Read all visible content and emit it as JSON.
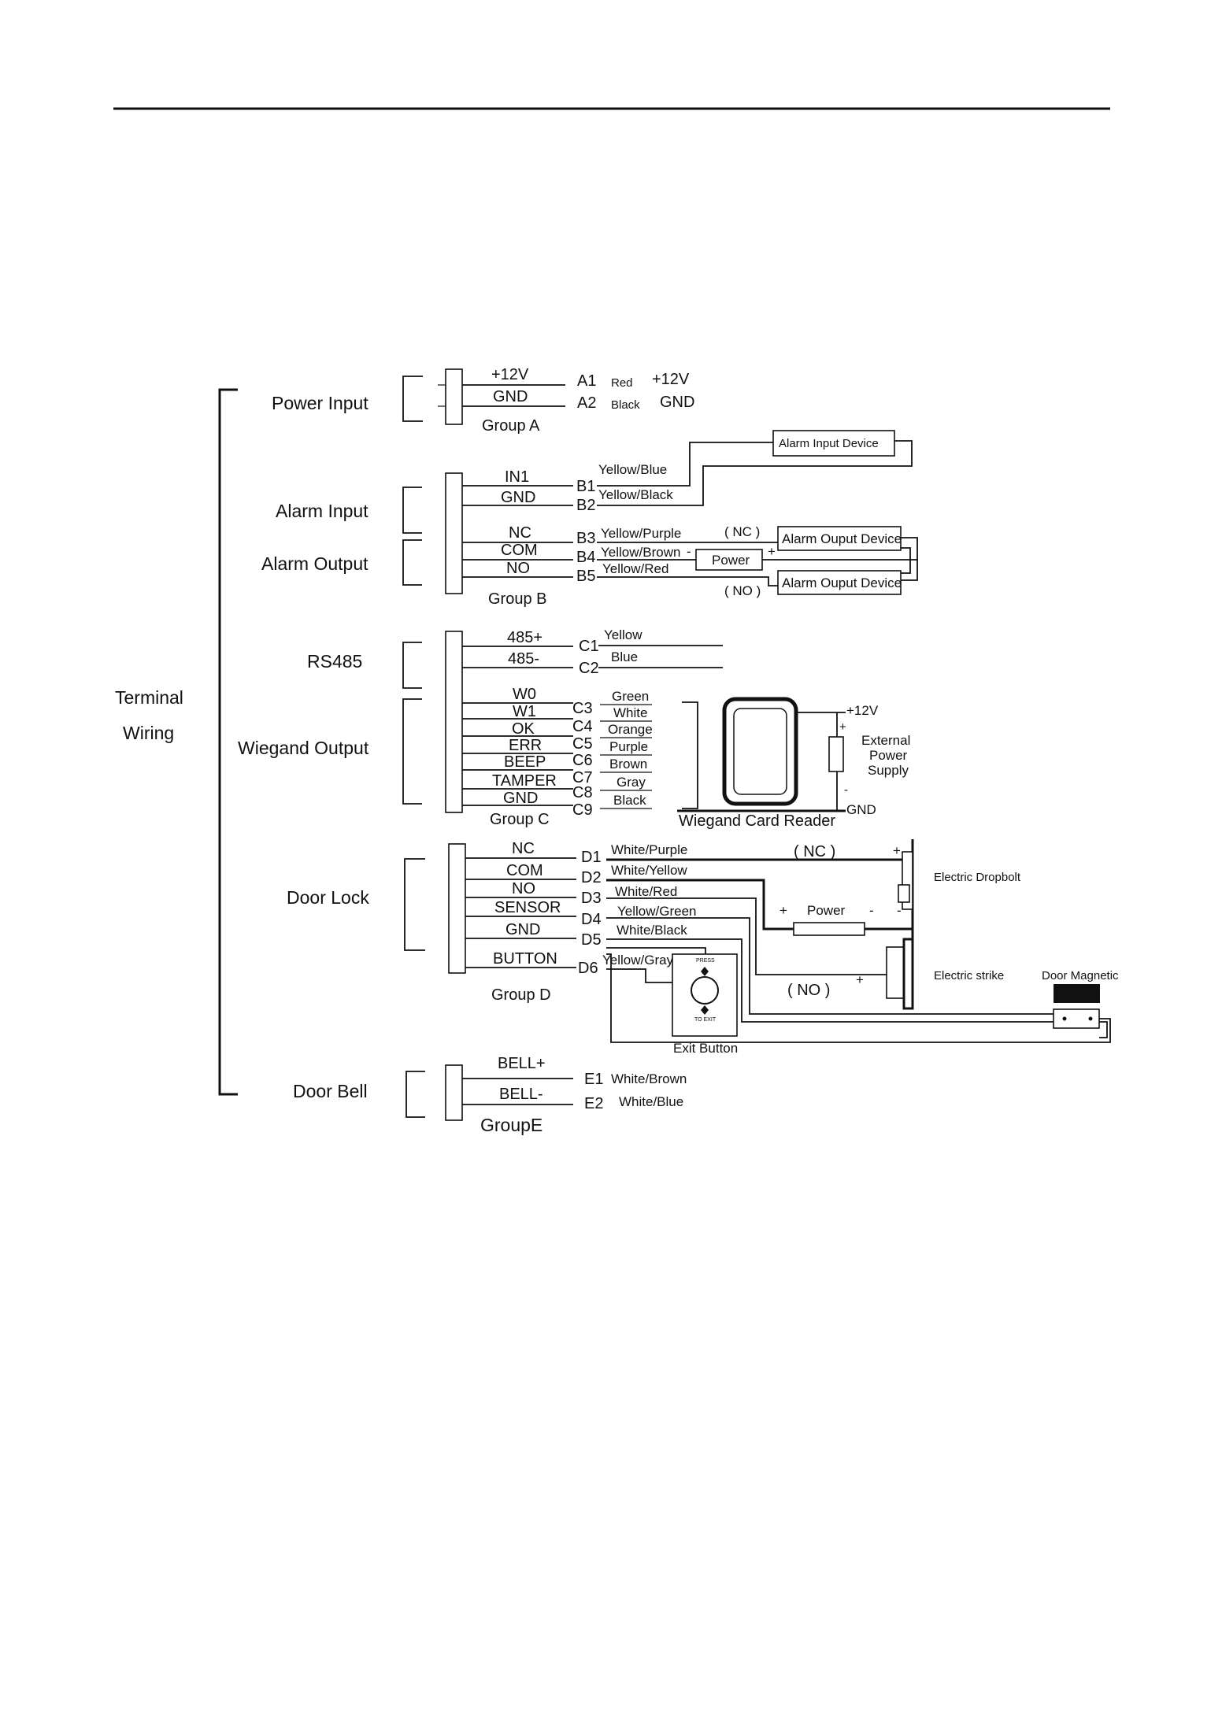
{
  "terminal": {
    "line1": "Terminal",
    "line2": "Wiring"
  },
  "groupA": {
    "section": "Power Input",
    "group": "Group A",
    "pins": [
      {
        "label": "+12V",
        "code": "A1",
        "wire": "Red",
        "dest": "+12V"
      },
      {
        "label": "GND",
        "code": "A2",
        "wire": "Black",
        "dest": "GND"
      }
    ]
  },
  "groupB": {
    "sections": [
      "Alarm Input",
      "Alarm Output"
    ],
    "group": "Group B",
    "pins": [
      {
        "label": "IN1",
        "code": "B1",
        "wire": "Yellow/Blue"
      },
      {
        "label": "GND",
        "code": "B2",
        "wire": "Yellow/Black"
      },
      {
        "label": "NC",
        "code": "B3",
        "wire": "Yellow/Purple"
      },
      {
        "label": "COM",
        "code": "B4",
        "wire": "Yellow/Brown"
      },
      {
        "label": "NO",
        "code": "B5",
        "wire": "Yellow/Red"
      }
    ],
    "devices": {
      "alarm_input": "Alarm Input Device",
      "alarm_output": "Alarm Ouput Device",
      "power": "Power",
      "nc": "( NC )",
      "no": "( NO )",
      "minus": "-",
      "plus": "+"
    }
  },
  "groupC": {
    "sections": [
      "RS485",
      "Wiegand Output"
    ],
    "group": "Group C",
    "pins": [
      {
        "label": "485+",
        "code": "C1",
        "wire": "Yellow"
      },
      {
        "label": "485-",
        "code": "C2",
        "wire": "Blue"
      },
      {
        "label": "W0",
        "code": "",
        "wire": "Green"
      },
      {
        "label": "W1",
        "code": "C3",
        "wire": "White"
      },
      {
        "label": "OK",
        "code": "C4",
        "wire": "Orange"
      },
      {
        "label": "ERR",
        "code": "C5",
        "wire": "Purple"
      },
      {
        "label": "BEEP",
        "code": "C6",
        "wire": "Brown"
      },
      {
        "label": "TAMPER",
        "code": "C7",
        "wire": "Gray"
      },
      {
        "label": "GND",
        "code": "C8",
        "wire": "Black"
      },
      {
        "label": "",
        "code": "C9",
        "wire": ""
      }
    ],
    "reader": "Wiegand Card Reader",
    "supply": {
      "v": "+12V",
      "l1": "External",
      "l2": "Power",
      "l3": "Supply",
      "gnd": "GND",
      "plus": "+",
      "minus": "-"
    }
  },
  "groupD": {
    "section": "Door Lock",
    "group": "Group D",
    "pins": [
      {
        "label": "NC",
        "code": "D1",
        "wire": "White/Purple"
      },
      {
        "label": "COM",
        "code": "D2",
        "wire": "White/Yellow"
      },
      {
        "label": "NO",
        "code": "D3",
        "wire": "White/Red"
      },
      {
        "label": "SENSOR",
        "code": "D4",
        "wire": "Yellow/Green"
      },
      {
        "label": "GND",
        "code": "D5",
        "wire": "White/Black"
      },
      {
        "label": "BUTTON",
        "code": "D6",
        "wire": "Yellow/Gray"
      }
    ],
    "dropbolt": "Electric Dropbolt",
    "strike": "Electric strike",
    "magnetic": "Door Magnetic",
    "exit": "Exit Button",
    "press": "PRESS",
    "to_exit": "TO EXIT",
    "power": "Power",
    "nc": "( NC )",
    "no": "( NO )",
    "plus": "+",
    "minus": "-"
  },
  "groupE": {
    "section": "Door Bell",
    "group": "GroupE",
    "pins": [
      {
        "label": "BELL+",
        "code": "E1",
        "wire": "White/Brown"
      },
      {
        "label": "BELL-",
        "code": "E2",
        "wire": "White/Blue"
      }
    ]
  }
}
